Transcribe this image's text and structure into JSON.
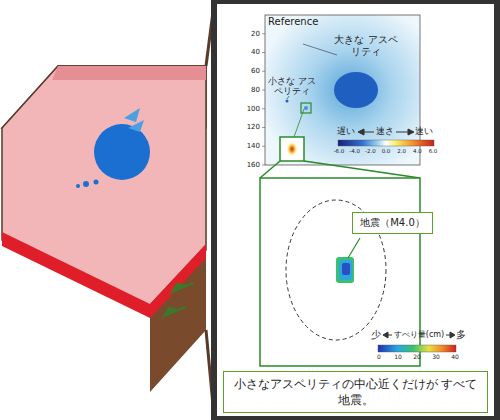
{
  "diagram": {
    "nodes": [
      {
        "text": [
          "地震（M4.0）"
        ]
      },
      {
        "text": [
          "小さなアスペリティの中心近くだけが すべて地震。"
        ]
      }
    ],
    "labels": [
      "Reference",
      "大きな アスペリティ",
      "小さな アスペリティ",
      "20",
      "40",
      "60",
      "80",
      "100",
      "120",
      "140",
      "160",
      "遅い",
      "速さ",
      "速い",
      "-6.0",
      "-4.0",
      "-2.0",
      "0.0",
      "2.0",
      "4.0",
      "6.0",
      "少",
      "すべり量(cm)",
      "多",
      "0",
      "10",
      "20",
      "30",
      "40"
    ]
  }
}
